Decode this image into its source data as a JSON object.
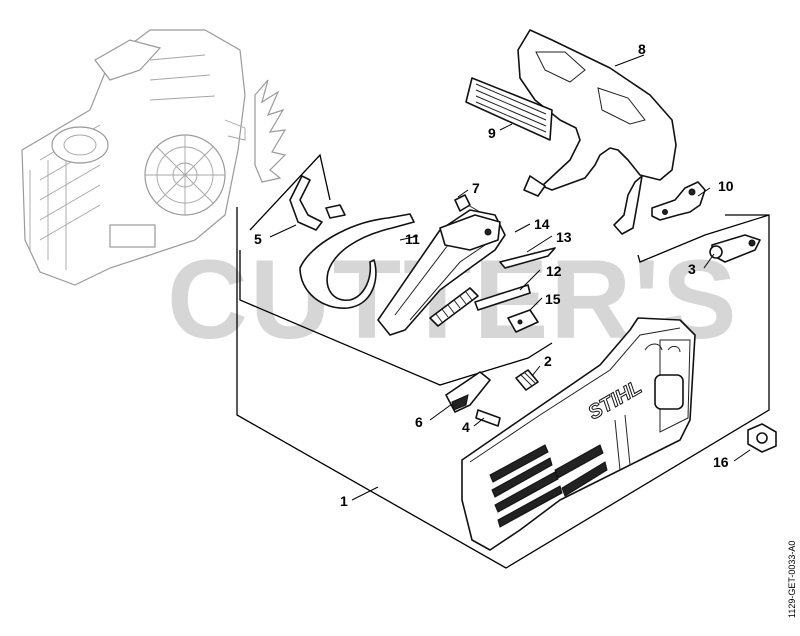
{
  "watermark_text": "CUTTER'S",
  "brand_text": "STIHL",
  "document_id": "1129-GET-0033-A0",
  "callouts": [
    {
      "number": "1"
    },
    {
      "number": "2"
    },
    {
      "number": "3"
    },
    {
      "number": "4"
    },
    {
      "number": "5"
    },
    {
      "number": "6"
    },
    {
      "number": "7"
    },
    {
      "number": "8"
    },
    {
      "number": "9"
    },
    {
      "number": "10"
    },
    {
      "number": "11"
    },
    {
      "number": "12"
    },
    {
      "number": "13"
    },
    {
      "number": "14"
    },
    {
      "number": "15"
    },
    {
      "number": "16"
    }
  ]
}
